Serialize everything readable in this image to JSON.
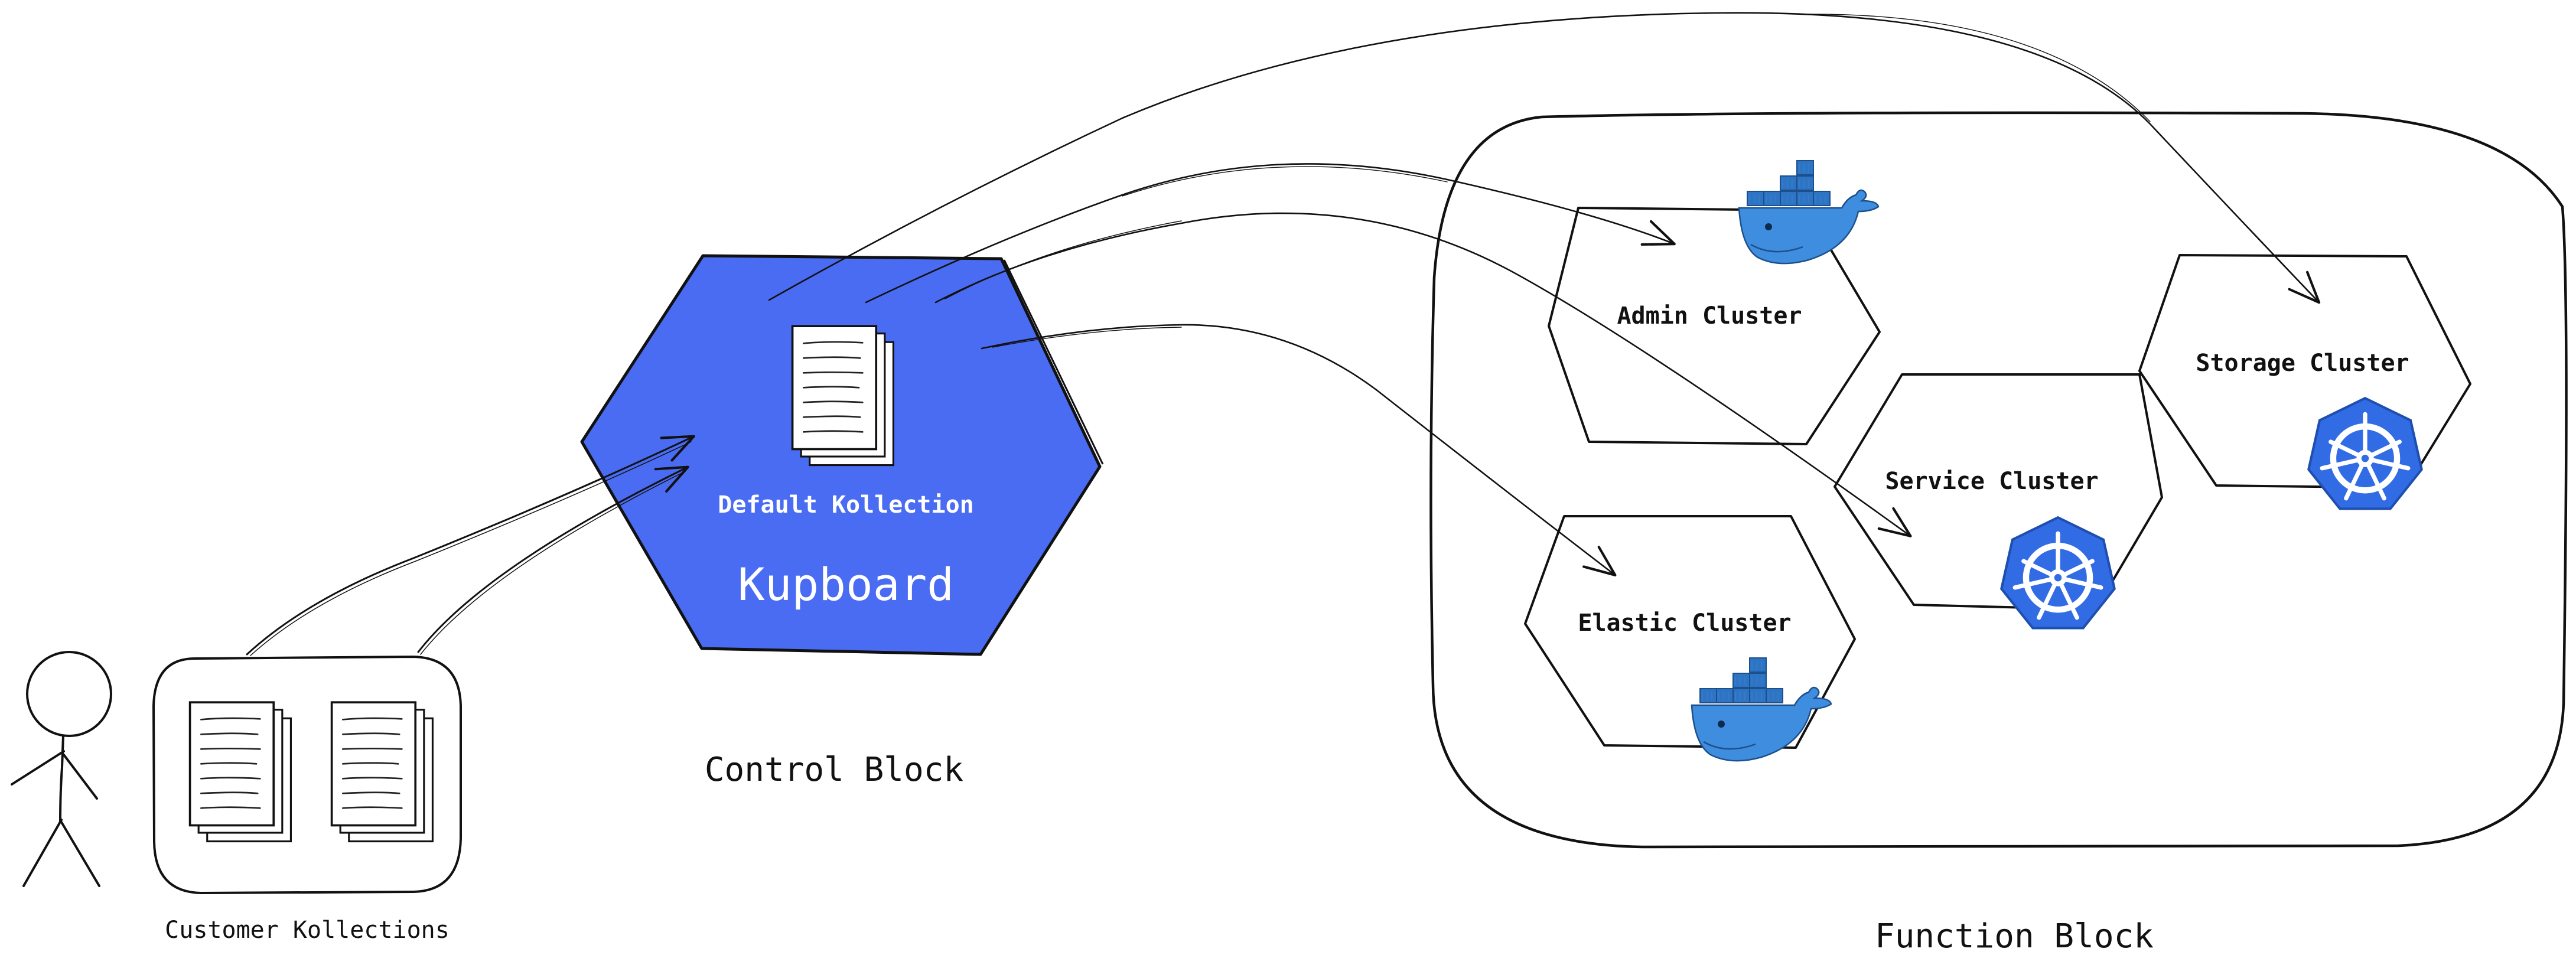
{
  "colors": {
    "kupboard_fill": "#4a6cf2",
    "docker_blue": "#3f8ddf",
    "docker_dark": "#2a6cb5",
    "kubernetes_blue": "#326ce5",
    "stroke": "#111111",
    "white": "#ffffff"
  },
  "actor": {
    "icon": "stick-figure-icon"
  },
  "customer": {
    "label": "Customer Kollections",
    "icon": "document-stack-icon"
  },
  "control": {
    "default_kollection_label": "Default Kollection",
    "kupboard_label": "Kupboard",
    "block_label": "Control Block",
    "icon": "document-stack-icon"
  },
  "function": {
    "block_label": "Function Block",
    "clusters": [
      {
        "label": "Admin Cluster",
        "icon": "docker-whale-icon"
      },
      {
        "label": "Storage Cluster",
        "icon": "kubernetes-helm-icon"
      },
      {
        "label": "Service Cluster",
        "icon": "kubernetes-helm-icon"
      },
      {
        "label": "Elastic Cluster",
        "icon": "docker-whale-icon"
      }
    ]
  }
}
